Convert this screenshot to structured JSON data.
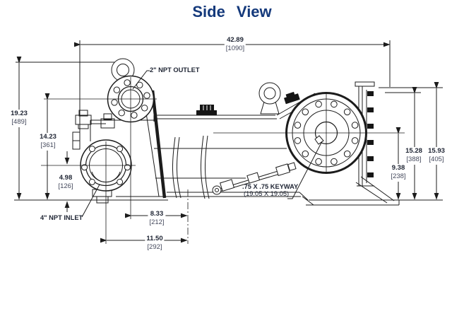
{
  "title": "Side View",
  "dimensions": {
    "overall_length": {
      "inches": "42.89",
      "mm": "[1090]"
    },
    "overall_height": {
      "inches": "19.23",
      "mm": "[489]"
    },
    "outlet_centerline_height": {
      "inches": "14.23",
      "mm": "[361]"
    },
    "inlet_centerline_height": {
      "inches": "4.98",
      "mm": "[126]"
    },
    "outlet_to_mount_center": {
      "inches": "8.33",
      "mm": "[212]"
    },
    "inlet_to_mount_center": {
      "inches": "11.50",
      "mm": "[292]"
    },
    "shaft_centerline_height": {
      "inches": "9.38",
      "mm": "[238]"
    },
    "housing_top_height": {
      "inches": "15.28",
      "mm": "[388]"
    },
    "rear_top_height": {
      "inches": "15.93",
      "mm": "[405]"
    }
  },
  "callouts": {
    "outlet": "2\" NPT OUTLET",
    "inlet": "4\" NPT INLET",
    "keyway": ".75 X .75 KEYWAY",
    "keyway_metric": "(19.05 X 19.05)"
  },
  "colors": {
    "title": "#14397b",
    "line": "#1c1c1c",
    "dim_text": "#1e2433"
  }
}
